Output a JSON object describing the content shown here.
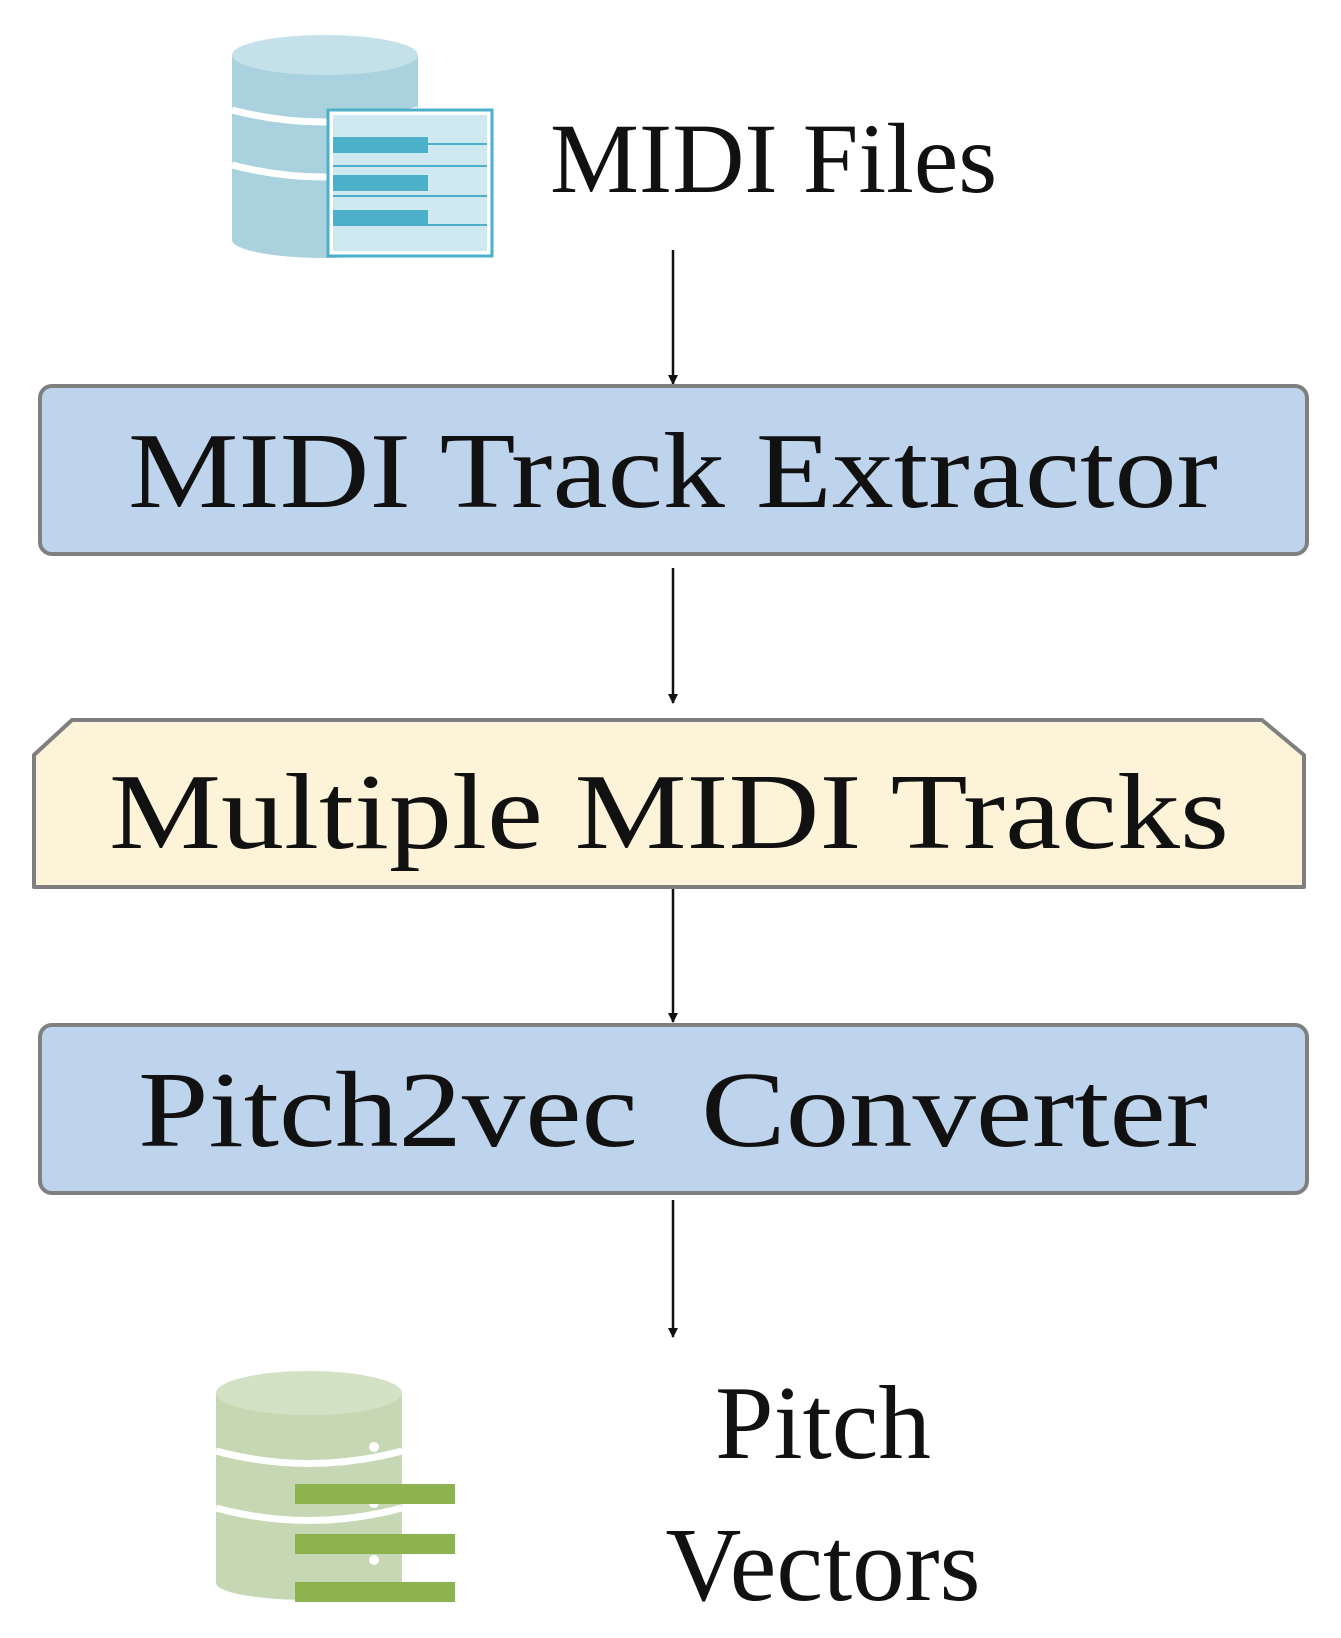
{
  "diagram": {
    "input": {
      "label": "MIDI Files",
      "icon": "database-piano-icon",
      "icon_color": "#a9d2de",
      "accent": "#4bb0c8"
    },
    "step1": {
      "label": "MIDI Track Extractor",
      "fill": "#bdd4ec",
      "stroke": "#7f7f7f"
    },
    "step2": {
      "label": "Multiple MIDI Tracks",
      "fill": "#fdf3d8",
      "stroke": "#7f7f7f"
    },
    "step3": {
      "label": "Pitch2vec  Converter",
      "fill": "#bdd4ec",
      "stroke": "#7f7f7f"
    },
    "output": {
      "line1": "Pitch",
      "line2": "Vectors",
      "icon": "database-vectors-icon",
      "icon_color": "#c6d8b3",
      "accent": "#8db350"
    }
  }
}
